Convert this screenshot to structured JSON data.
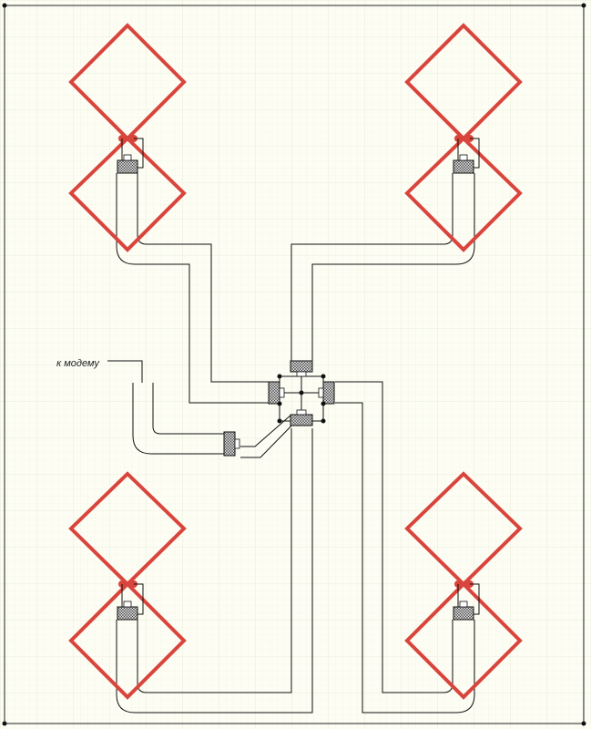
{
  "diagram": {
    "modem_label": "к модему",
    "colors": {
      "background": "#fdfdf4",
      "grid": "#e6edd9",
      "antenna": "#d9453c",
      "cable": "#111111",
      "connector_fill": "#bdbdbd"
    },
    "antennas": [
      {
        "name": "antenna-top-left"
      },
      {
        "name": "antenna-top-right"
      },
      {
        "name": "antenna-bottom-left"
      },
      {
        "name": "antenna-bottom-right"
      }
    ]
  }
}
